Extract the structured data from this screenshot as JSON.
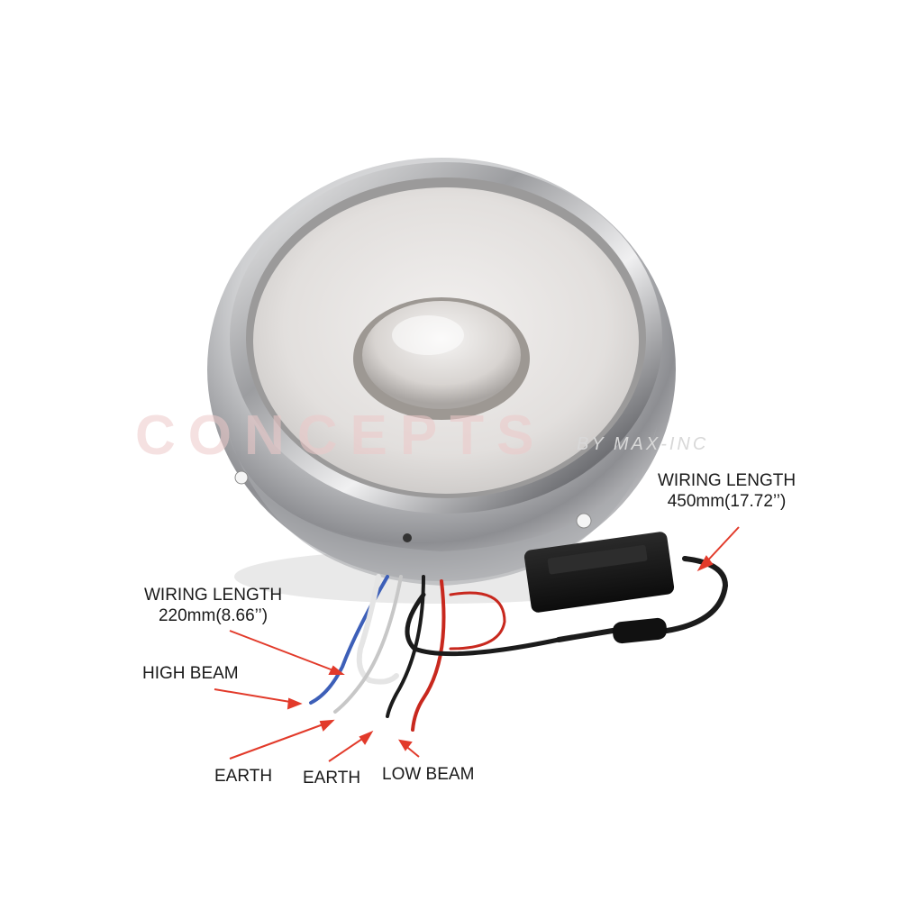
{
  "watermark": {
    "brand": "CONCEPTS",
    "sub": "BY MAX-INC",
    "color": "#e8b4b4"
  },
  "callouts": {
    "wiring_length_right": {
      "title": "WIRING LENGTH",
      "value": "450mm(17.72’’)"
    },
    "wiring_length_left": {
      "title": "WIRING LENGTH",
      "value": "220mm(8.66’’)"
    },
    "high_beam": "HIGH BEAM",
    "earth_1": "EARTH",
    "earth_2": "EARTH",
    "low_beam": "LOW BEAM"
  },
  "colors": {
    "arrow": "#e23a2a",
    "chrome": "#c9c9cb",
    "wire_blue": "#3d5fb8",
    "wire_red": "#c8281e",
    "wire_black": "#1b1b1b"
  }
}
